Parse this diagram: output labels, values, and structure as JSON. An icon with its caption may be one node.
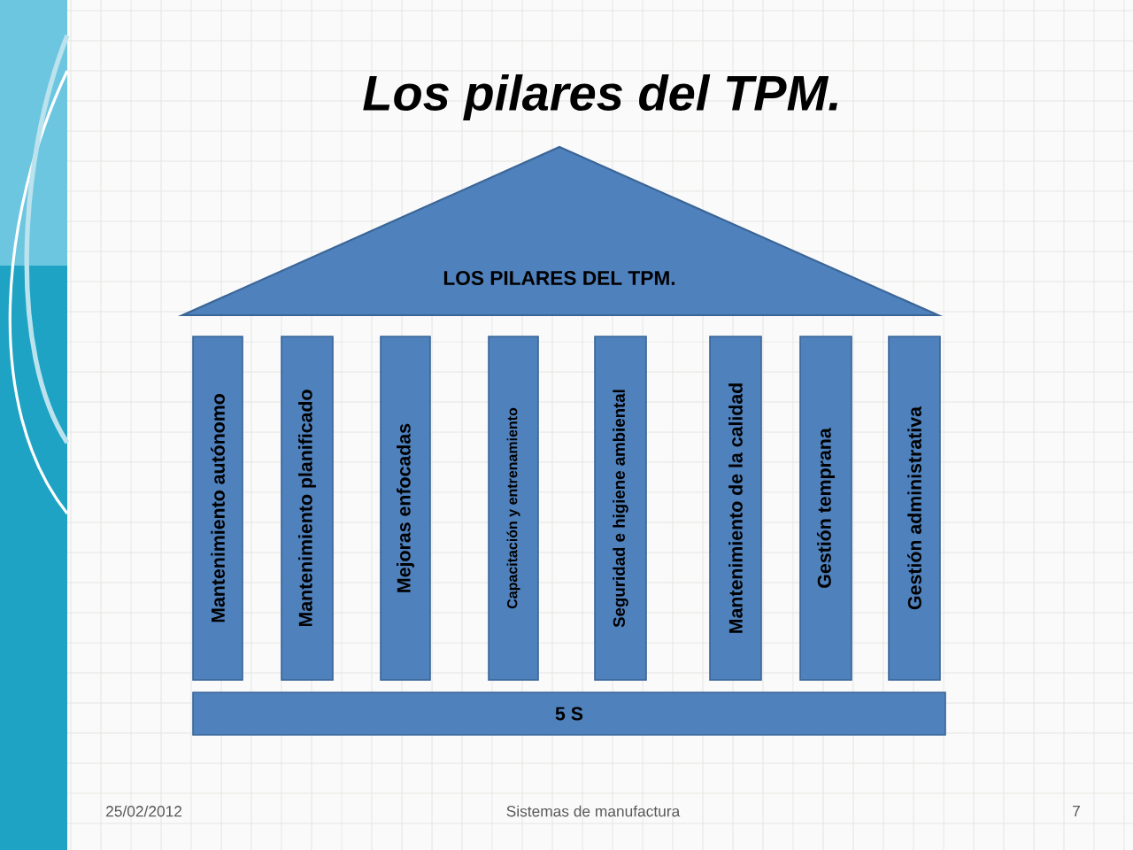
{
  "diagram": {
    "title": "Los pilares del TPM.",
    "nodes": [
      {
        "text": [
          "LOS PILARES DEL TPM."
        ]
      },
      {
        "text": [
          "Mantenimiento autónomo"
        ]
      },
      {
        "text": [
          "Mantenimiento planificado"
        ]
      },
      {
        "text": [
          "Mejoras enfocadas"
        ]
      },
      {
        "text": [
          "Capacitación y entrenamiento"
        ]
      },
      {
        "text": [
          "Seguridad e higiene ambiental"
        ]
      },
      {
        "text": [
          "Mantenimiento de la calidad"
        ]
      },
      {
        "text": [
          "Gestión temprana"
        ]
      },
      {
        "text": [
          "Gestión administrativa"
        ]
      },
      {
        "text": [
          "5 S"
        ]
      }
    ],
    "edges": [],
    "labels": [
      "25/02/2012",
      "Sistemas de manufactura",
      "7"
    ]
  }
}
